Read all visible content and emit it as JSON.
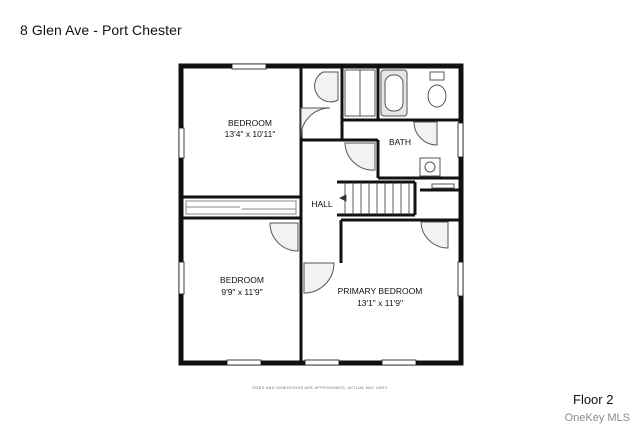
{
  "listing": {
    "title": "8 Glen Ave - Port Chester",
    "floor": "Floor 2",
    "disclaimer": "SIZES AND DIMENSIONS ARE APPROXIMATE, ACTUAL MAY VARY.",
    "watermark": "OneKey MLS"
  },
  "rooms": [
    {
      "name": "BEDROOM",
      "size": "13'4\" x 10'11\""
    },
    {
      "name": "BATH",
      "size": ""
    },
    {
      "name": "HALL",
      "size": ""
    },
    {
      "name": "BEDROOM",
      "size": "9'9\" x 11'9\""
    },
    {
      "name": "PRIMARY BEDROOM",
      "size": "13'1\" x 11'9\""
    }
  ],
  "colors": {
    "wall": "#111111",
    "window": "#ffffff",
    "fixture": "#d9d9d9"
  }
}
